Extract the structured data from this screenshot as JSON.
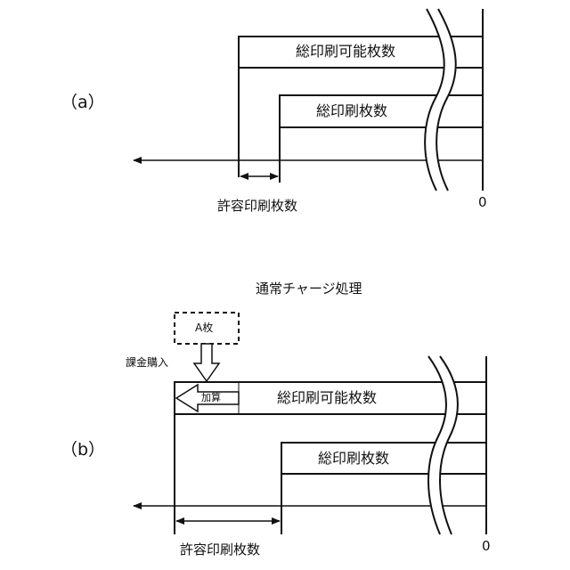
{
  "part_a": {
    "label": "（a）",
    "total_bar_label": "総印刷可能枚数",
    "printed_bar_label": "総印刷枚数",
    "allowance_label": "許容印刷枚数",
    "zero_label": "0"
  },
  "part_b": {
    "label": "（b）",
    "title": "通常チャージ処理",
    "purchase_box_label": "A枚",
    "purchase_label": "課金購入",
    "add_label": "加算",
    "total_bar_label": "総印刷可能枚数",
    "printed_bar_label": "総印刷枚数",
    "allowance_label": "許容印刷枚数",
    "zero_label": "0"
  }
}
